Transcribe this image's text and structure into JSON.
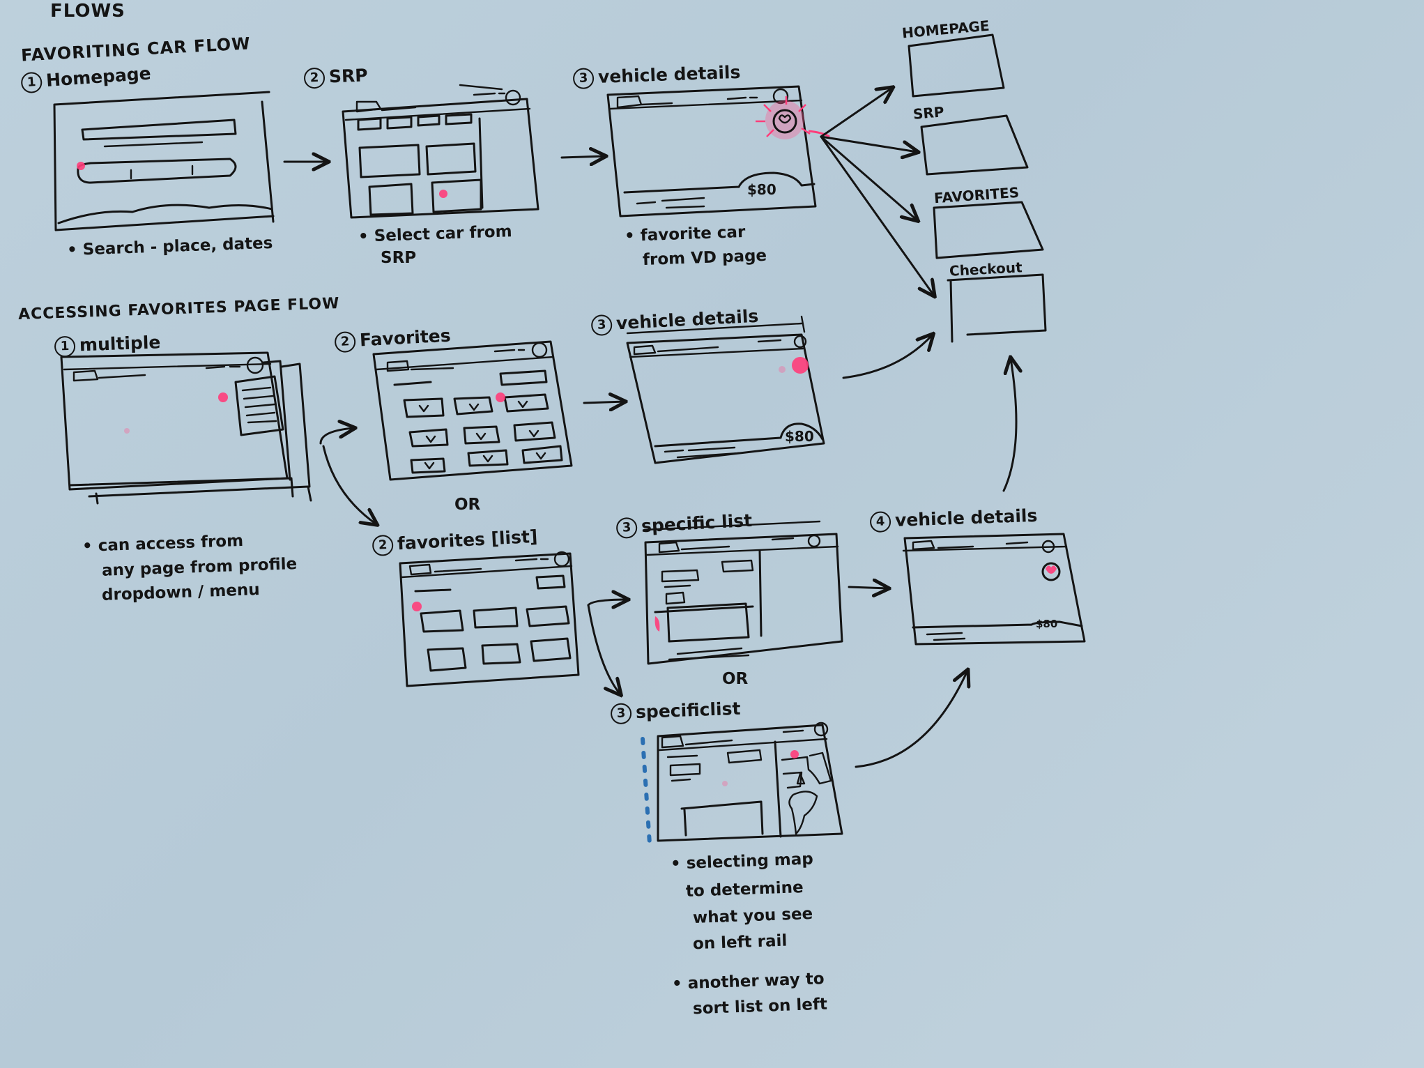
{
  "title": "FLOWS",
  "flow1": {
    "title": "FAVORITING CAR FLOW",
    "steps": [
      {
        "num": "1",
        "label": "Homepage",
        "note": "• Search - place, dates"
      },
      {
        "num": "2",
        "label": "SRP",
        "note1": "• Select car from",
        "note2": "SRP"
      },
      {
        "num": "3",
        "label": "vehicle details",
        "price": "$80",
        "note1": "• favorite car",
        "note2": "from VD page"
      }
    ],
    "destinations": [
      "HOMEPAGE",
      "SRP",
      "FAVORITES",
      "Checkout"
    ]
  },
  "flow2": {
    "title": "ACCESSING FAVORITES PAGE FLOW",
    "step1": {
      "num": "1",
      "label": "multiple",
      "notes": [
        "• can access from",
        "any page from profile",
        "dropdown / menu"
      ]
    },
    "step2a": {
      "num": "2",
      "label": "Favorites"
    },
    "or1": "OR",
    "step2b": {
      "num": "2",
      "label": "favorites [list]"
    },
    "step3a": {
      "num": "3",
      "label": "vehicle details",
      "price": "$80"
    },
    "step3b": {
      "num": "3",
      "label": "specific list"
    },
    "or2": "OR",
    "step3c": {
      "num": "3",
      "label": "specificlist",
      "notes": [
        "• selecting map",
        "to determine",
        "what you see",
        "on left rail",
        "• another way to",
        "sort list on left"
      ]
    },
    "step4": {
      "num": "4",
      "label": "vehicle details",
      "price": "$80"
    }
  },
  "colors": {
    "paper": "#b9ccd8",
    "ink": "#141414",
    "highlight": "#ff3d7a"
  }
}
